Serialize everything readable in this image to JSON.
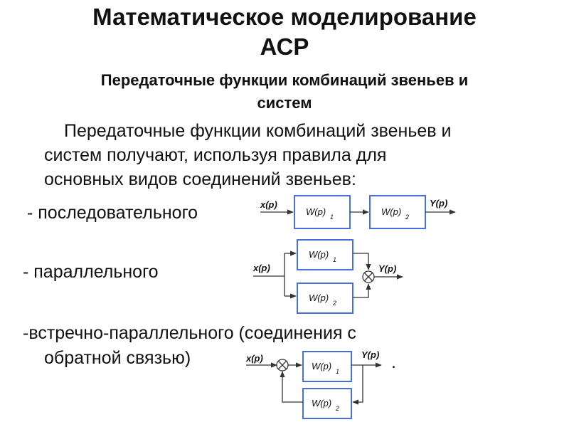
{
  "header": {
    "title_line1": "Математическое моделирование",
    "title_line2": "АСР",
    "subtitle_line1": "Передаточные функции комбинаций звеньев и",
    "subtitle_line2": "систем"
  },
  "intro": {
    "line1": "Передаточные функции комбинаций звеньев и",
    "line2": "систем получают, используя правила для",
    "line3": "основных видов соединений звеньев:"
  },
  "items": {
    "series": "-  последовательного",
    "parallel": "- параллельного",
    "feedback_line1": "-встречно-параллельного (соединения с",
    "feedback_line2": "обратной связью)",
    "feedback_dot": "."
  },
  "diagram_labels": {
    "input": "x(p)",
    "output": "Y(p)",
    "block": "W(p)",
    "sub1": "1",
    "sub2": "2"
  }
}
